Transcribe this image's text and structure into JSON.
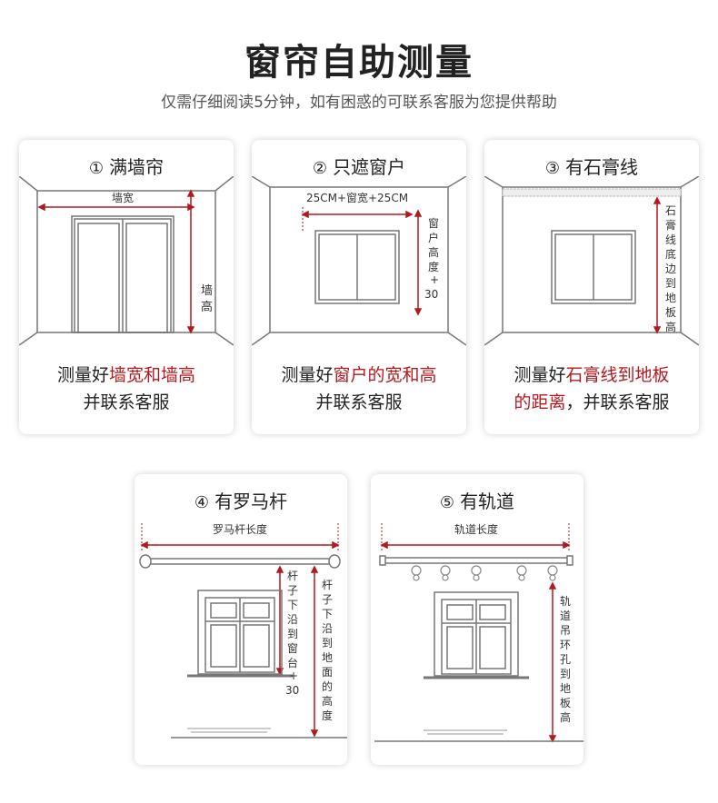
{
  "header": {
    "title": "窗帘自助测量",
    "subtitle": "仅需仔细阅读5分钟，如有困惑的可联系客服为您提供帮助"
  },
  "colors": {
    "accent_red": "#b3191e",
    "line_gray": "#666666",
    "wall_gray": "#9a9a9a"
  },
  "cards": [
    {
      "num": "①",
      "title": "满墙帘",
      "labels": {
        "width": "墙宽",
        "height": "墙高"
      },
      "desc_prefix": "测量好",
      "desc_highlight": "墙宽和墙高",
      "desc_suffix": "",
      "desc_line2": "并联系客服"
    },
    {
      "num": "②",
      "title": "只遮窗户",
      "labels": {
        "width": "25CM+窗宽+25CM",
        "height": "窗户高度+30"
      },
      "desc_prefix": "测量好",
      "desc_highlight": "窗户的宽和高",
      "desc_suffix": "",
      "desc_line2": "并联系客服"
    },
    {
      "num": "③",
      "title": "有石膏线",
      "labels": {
        "height": "石膏线底边到地板高"
      },
      "desc_prefix": "测量好",
      "desc_highlight": "石膏线到地板",
      "desc_suffix": "",
      "desc_line2_highlight": "的距离",
      "desc_line2": "，并联系客服"
    },
    {
      "num": "④",
      "title": "有罗马杆",
      "labels": {
        "width": "罗马杆长度",
        "height1": "杆子下沿到窗台+30",
        "height2": "杆子下沿到地面的高度"
      }
    },
    {
      "num": "⑤",
      "title": "有轨道",
      "labels": {
        "width": "轨道长度",
        "height": "轨道吊环孔到地板高"
      }
    }
  ]
}
